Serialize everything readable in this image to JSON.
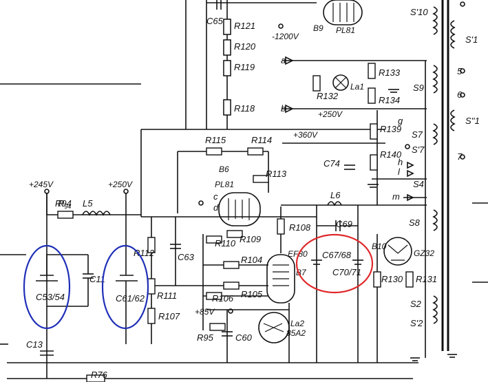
{
  "labels": {
    "voltages": {
      "v245": "+245V",
      "v250": "+250V",
      "v250b": "+250V",
      "v360": "+360V",
      "vneg1200": "-1200V",
      "v85": "+85V"
    },
    "tubes": {
      "b6": "B6",
      "b6_type": "PL81",
      "b7": "B7",
      "b7_type": "EF80",
      "b9": "B9",
      "b9_type": "PL81",
      "b10": "B10",
      "b10_type": "GZ32",
      "la2": "La2",
      "la2_type": "85A2",
      "la1": "La1"
    },
    "resistors": [
      "R94",
      "R95",
      "R104",
      "R105",
      "R106",
      "R107",
      "R108",
      "R109",
      "R110",
      "R111",
      "R112",
      "R113",
      "R114",
      "R115",
      "R118",
      "R119",
      "R120",
      "R121",
      "R130",
      "R131",
      "R132",
      "R133",
      "R134",
      "R139",
      "R140",
      "R76"
    ],
    "capacitors": [
      "C13",
      "C11",
      "C53/54",
      "C61/62",
      "C63",
      "C60",
      "C65",
      "C67/68",
      "C69",
      "C70/71",
      "C74"
    ],
    "inductors": [
      "L5",
      "L6"
    ],
    "transformer_windings": [
      "S'10",
      "S'1",
      "S''1",
      "S9",
      "S7",
      "S'7",
      "S4",
      "S8",
      "S2",
      "S'2"
    ],
    "terminals": [
      "a",
      "b",
      "g",
      "h",
      "l",
      "m",
      "c",
      "d",
      "5",
      "6",
      "7"
    ],
    "highlights": {
      "blue_1": "C53/54",
      "blue_2": "C61/62",
      "red": "C67/68 C70/71"
    }
  },
  "colors": {
    "ink": "#111111",
    "highlight_blue": "#1f2fb8",
    "highlight_red": "#e0282a"
  }
}
